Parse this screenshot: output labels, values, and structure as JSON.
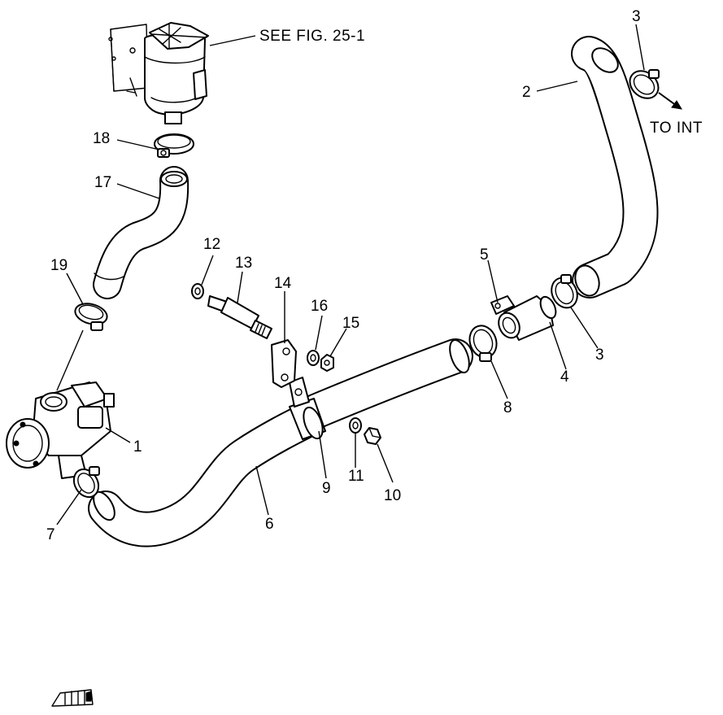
{
  "notes": {
    "see_fig": "SEE FIG. 25-1",
    "to_int": "TO INT"
  },
  "callouts": {
    "c1": "1",
    "c2": "2",
    "c3a": "3",
    "c3b": "3",
    "c4": "4",
    "c5": "5",
    "c6": "6",
    "c7": "7",
    "c8": "8",
    "c9": "9",
    "c10": "10",
    "c11": "11",
    "c12": "12",
    "c13": "13",
    "c14": "14",
    "c15": "15",
    "c16": "16",
    "c17": "17",
    "c18": "18",
    "c19": "19"
  },
  "colors": {
    "line": "#000000",
    "background": "#ffffff"
  },
  "icons": {
    "corner_mark": "stamp-mark-icon"
  }
}
